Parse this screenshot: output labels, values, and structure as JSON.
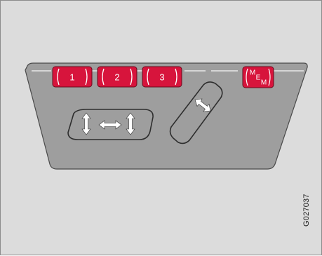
{
  "memory_buttons": [
    {
      "label": "1"
    },
    {
      "label": "2"
    },
    {
      "label": "3"
    }
  ],
  "mem_button": {
    "letters": [
      "M",
      "E",
      "M"
    ]
  },
  "figure_code": "G027037",
  "colors": {
    "background": "#dcdcdc",
    "panel_fill": "#9e9e9e",
    "panel_outline": "#4a4a4a",
    "button_red": "#d7143c",
    "arrow_white": "#ffffff"
  },
  "icons": {
    "seat_control": "four-way-arrow-icon",
    "backrest_control": "two-way-arrow-icon"
  }
}
